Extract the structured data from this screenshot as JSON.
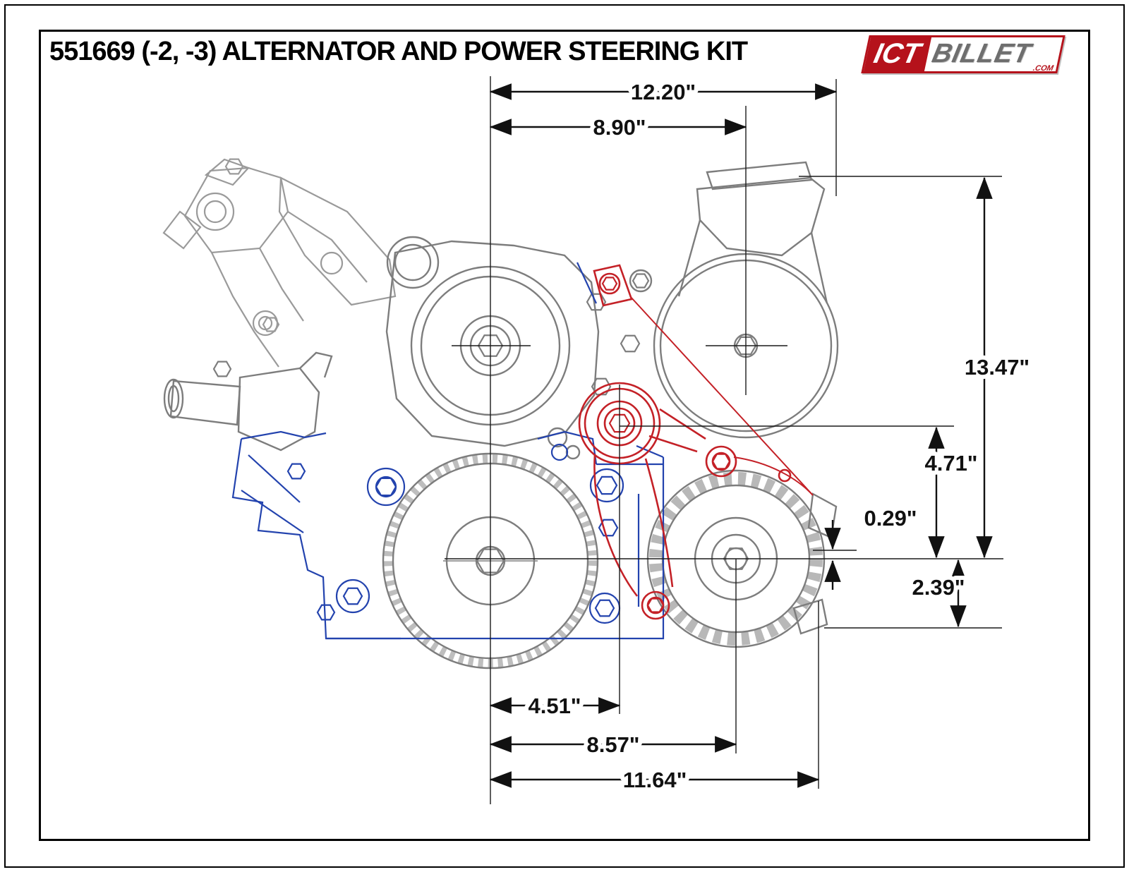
{
  "title": "551669 (-2, -3) ALTERNATOR AND POWER STEERING KIT",
  "logo": {
    "primary": "ICT",
    "secondary": "BILLET",
    "suffix": ".COM"
  },
  "dimensions": {
    "top_width": "12.20\"",
    "ps_pulley_offset": "8.90\"",
    "overall_height": "13.47\"",
    "idler_height": "4.71\"",
    "alt_center_offset": "0.29\"",
    "alt_drop": "2.39\"",
    "idler_offset": "4.51\"",
    "alt_offset": "8.57\"",
    "overall_width": "11.64\""
  },
  "colors": {
    "dimension_lines": "#111111",
    "engine_outline_gray": "#7d7d7d",
    "engine_block_blue": "#2343ae",
    "bracket_red": "#c42127",
    "logo_red": "#b5121b"
  }
}
